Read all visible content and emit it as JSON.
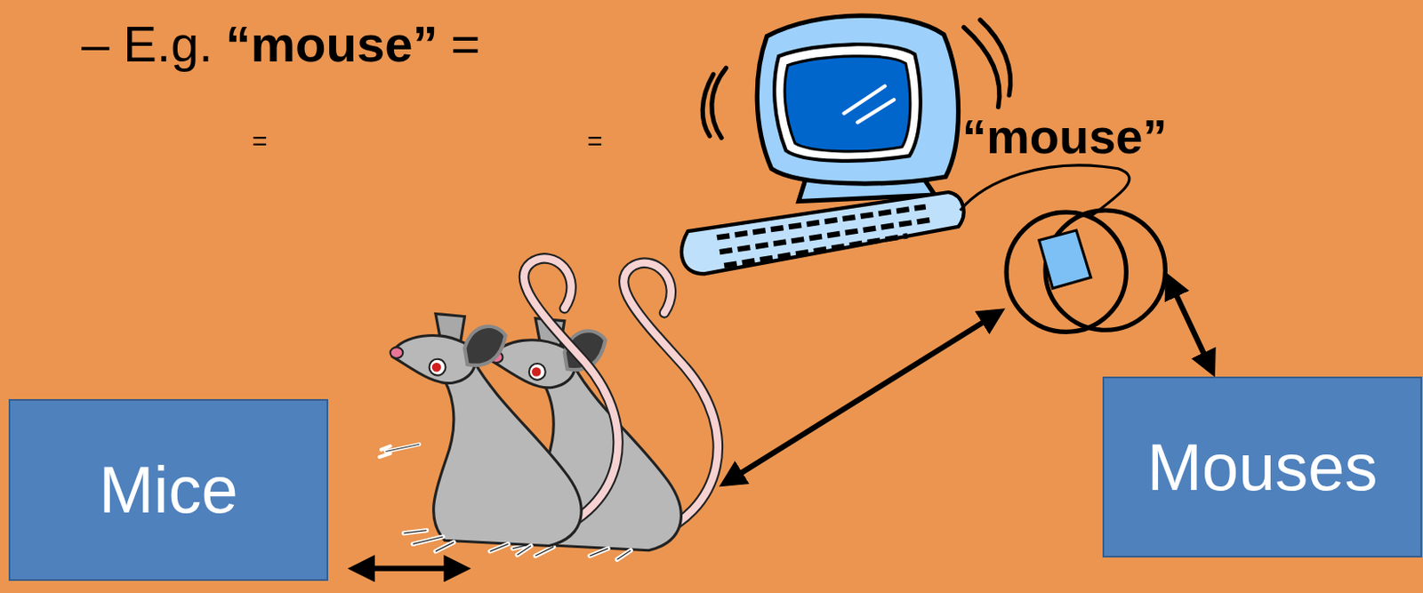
{
  "diagram": {
    "nodes": [
      {
        "text": [
          "Mice"
        ]
      },
      {
        "text": [
          "Mouses"
        ]
      }
    ],
    "labels": [
      "– E.g.",
      "“mouse”",
      "=",
      "=",
      "=",
      "“mouse”"
    ]
  }
}
